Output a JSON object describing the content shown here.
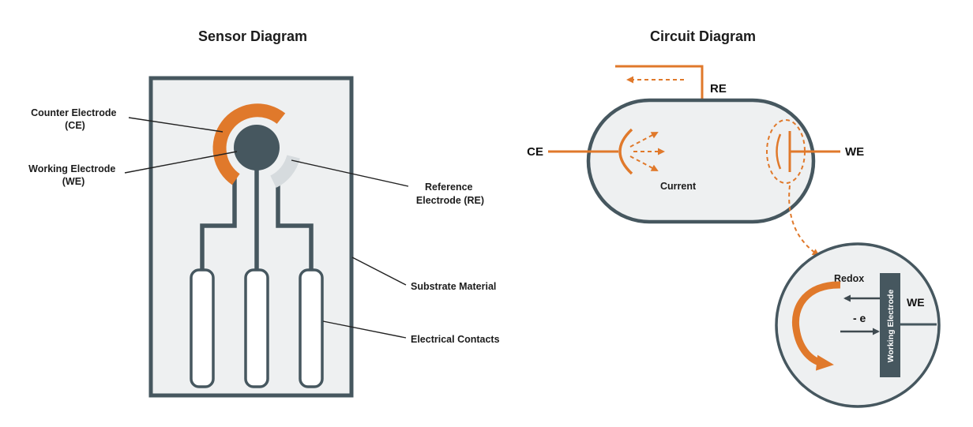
{
  "colors": {
    "slate": "#46575f",
    "orange": "#e0792b",
    "panel_fill": "#eef0f1",
    "reference_arc": "#d6dbde",
    "text_dark": "#1c1c1c",
    "white": "#ffffff"
  },
  "sensor": {
    "title": "Sensor Diagram",
    "labels": {
      "counter_line1": "Counter Electrode",
      "counter_line2": "(CE)",
      "working_line1": "Working Electrode",
      "working_line2": "(WE)",
      "reference_line1": "Reference",
      "reference_line2": "Electrode (RE)",
      "substrate": "Substrate Material",
      "contacts": "Electrical Contacts"
    }
  },
  "circuit": {
    "title": "Circuit Diagram",
    "labels": {
      "ce": "CE",
      "re": "RE",
      "we": "WE",
      "current": "Current"
    },
    "inset": {
      "redox": "Redox",
      "electron": "- e",
      "we": "WE",
      "electrode_label": "Working Electrode"
    }
  }
}
